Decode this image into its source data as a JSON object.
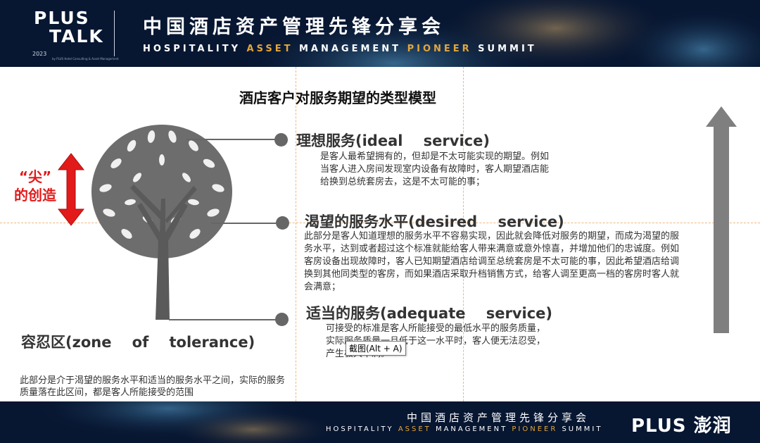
{
  "header": {
    "logo_line1": "PLUS",
    "logo_line2": "TALK",
    "logo_year": "2023",
    "logo_small": "by PLUS Hotel Consulting & Asset Management",
    "title_cn": "中国酒店资产管理先锋分享会",
    "title_en_1": "HOSPITALITY ",
    "title_en_2": "ASSET",
    "title_en_3": " MANAGEMENT ",
    "title_en_4": "PIONEER",
    "title_en_5": " SUMMIT"
  },
  "slide": {
    "title": "酒店客户对服务期望的类型模型",
    "ideal_heading": "理想服务(ideal    service)",
    "ideal_text": "是客人最希望拥有的，但却是不太可能实现的期望。例如当客人进入房间发现室内设备有故障时，客人期望酒店能给换到总统套房去，这是不太可能的事；",
    "desired_heading": "渴望的服务水平(desired    service)",
    "desired_text": "此部分是客人知道理想的服务水平不容易实现，因此就会降低对服务的期望，而成为渴望的服务水平，达到或者超过这个标准就能给客人带来满意或意外惊喜，并增加他们的忠诚度。例如客房设备出现故障时，客人已知期望酒店给调至总统套房是不太可能的事，因此希望酒店给调换到其他同类型的客房，而如果酒店采取升档销售方式，给客人调至更高一档的客房时客人就会满意；",
    "adequate_heading": "适当的服务(adequate    service)",
    "adequate_text": "可接受的标准是客人所能接受的最低水平的服务质量，实际服务质量一旦低于这一水平时，客人便无法忍受，产生极大不满。",
    "jian_line1": "“尖”",
    "jian_line2": "的创造",
    "zone_heading": "容忍区(zone    of    tolerance)",
    "zone_text": "此部分是介于渴望的服务水平和适当的服务水平之间，实际的服务质量落在此区间，都是客人所能接受的范围"
  },
  "tooltip": "截图(Alt + A)",
  "footer": {
    "title_cn": "中国酒店资产管理先锋分享会",
    "title_en_1": "HOSPITALITY ",
    "title_en_2": "ASSET",
    "title_en_3": " MANAGEMENT ",
    "title_en_4": "PIONEER",
    "title_en_5": " SUMMIT",
    "brand": "PLUS 澎润"
  },
  "colors": {
    "navy": "#071631",
    "accent": "#e3a63b",
    "red": "#e21a1a",
    "gray": "#666666",
    "arrow": "#7f7f7f"
  }
}
